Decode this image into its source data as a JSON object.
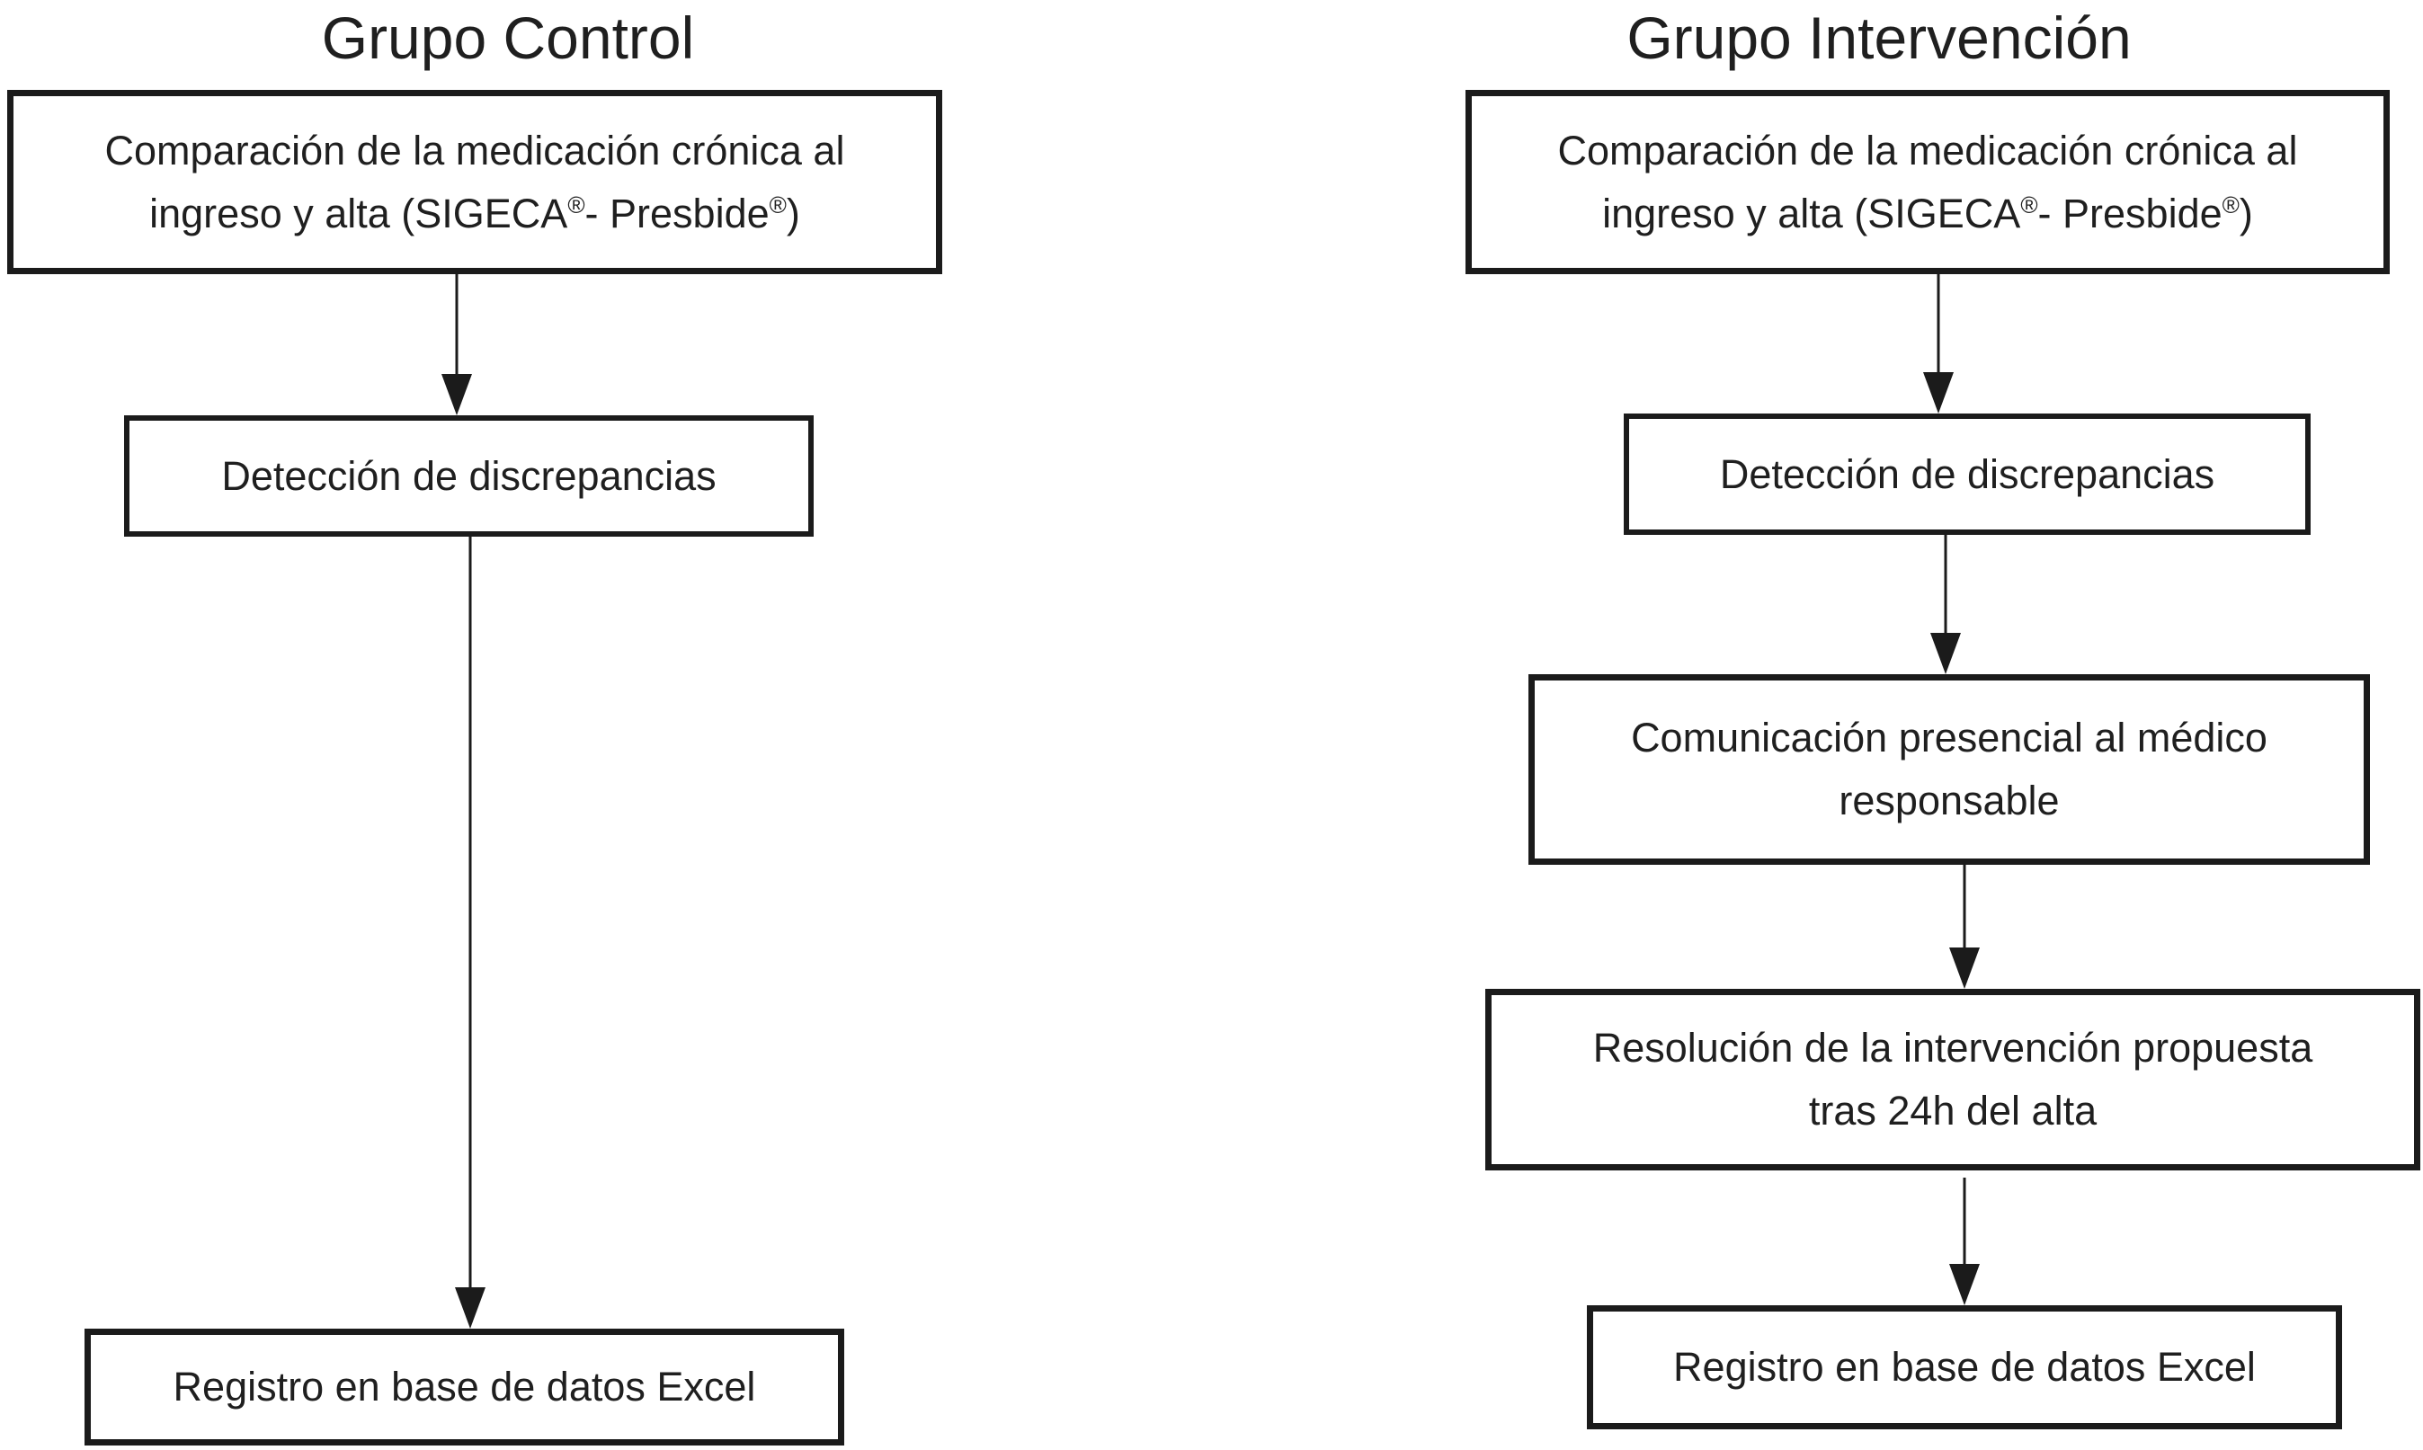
{
  "page": {
    "background_color": "#ffffff",
    "ink_color": "#1b1b1b",
    "text_color": "#1f1f1f"
  },
  "diagram": {
    "control": {
      "title": "Grupo Control",
      "step1": {
        "line1": "Comparación de la medicación crónica al",
        "line2_parts": [
          "ingreso y alta (SIGECA",
          "®",
          "- Presbide",
          "®",
          ")"
        ]
      },
      "step2": {
        "line1": "Detección de discrepancias"
      },
      "step3": {
        "line1": "Registro en base de datos Excel"
      }
    },
    "intervention": {
      "title": "Grupo Intervención",
      "step1": {
        "line1": "Comparación de la medicación crónica al",
        "line2_parts": [
          "ingreso y alta (SIGECA",
          "®",
          "- Presbide",
          "®",
          ")"
        ]
      },
      "step2": {
        "line1": "Detección de discrepancias"
      },
      "step3": {
        "line1": "Comunicación presencial al médico",
        "line2": "responsable"
      },
      "step4": {
        "line1": "Resolución de la intervención propuesta",
        "line2": "tras 24h del alta"
      },
      "step5": {
        "line1": "Registro en base de datos Excel"
      }
    }
  }
}
